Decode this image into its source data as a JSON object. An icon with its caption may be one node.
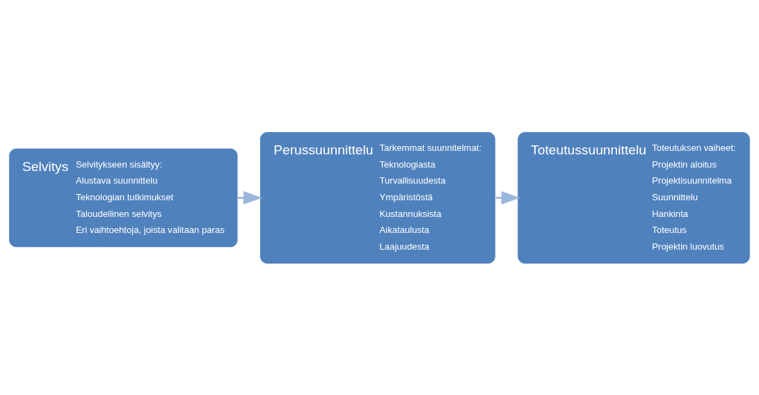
{
  "diagram": {
    "nodes": [
      {
        "text": [
          "Selvitys",
          "Selvitykseen sisältyy:",
          "Alustava suunnittelu",
          "Teknologian tutkimukset",
          "Taloudellinen selvitys",
          "Eri vaihtoehtoja, joista valitaan paras"
        ]
      },
      {
        "text": [
          "Perussuunnittelu",
          "Tarkemmat suunnitelmat:",
          "Teknologiasta",
          "Turvallisuudesta",
          "Ympäristöstä",
          "Kustannuksista",
          "Aikataulusta",
          "Laajuudesta"
        ]
      },
      {
        "text": [
          "Toteutussuunnittelu",
          "Toteutuksen vaiheet:",
          "Projektin aloitus",
          "Projektisuunnitelma",
          "Suunnittelu",
          "Hankinta",
          "Toteutus",
          "Projektin luovutus"
        ]
      }
    ],
    "edges": [
      {
        "from": 0,
        "to": 1,
        "arrow": "to"
      },
      {
        "from": 1,
        "to": 2,
        "arrow": "to"
      }
    ]
  }
}
